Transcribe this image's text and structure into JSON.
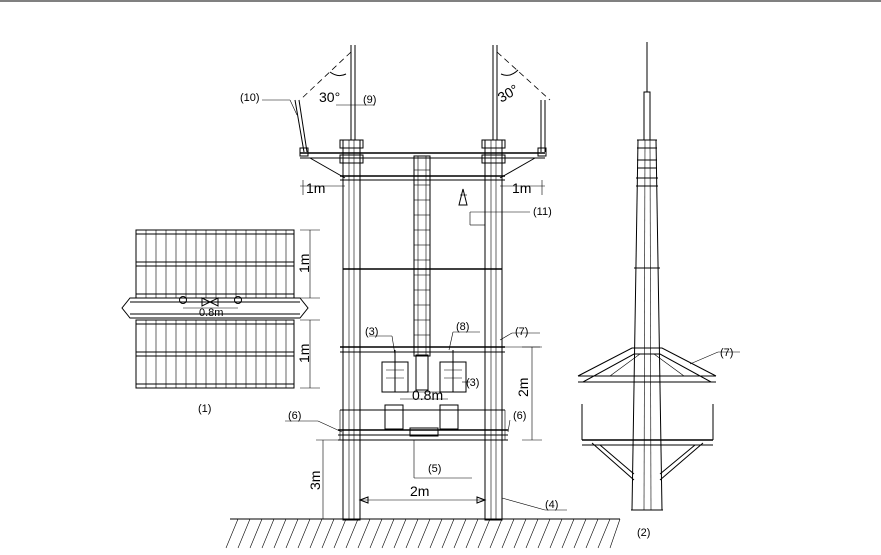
{
  "labels": {
    "l1": "(1)",
    "l2": "(2)",
    "l3a": "(3)",
    "l3b": "(3)",
    "l4": "(4)",
    "l5": "(5)",
    "l6a": "(6)",
    "l6b": "(6)",
    "l7a": "(7)",
    "l7b": "(7)",
    "l8": "(8)",
    "l9": "(9)",
    "l10": "(10)",
    "l11": "(11)"
  },
  "angles": {
    "left": "30°",
    "right": "30°"
  },
  "dimensions": {
    "top_left": "1m",
    "top_right": "1m",
    "panel_upper": "1m",
    "panel_lower": "1m",
    "panel_gap": "0.8m",
    "platform_gap": "0.8m",
    "platform_height": "2m",
    "base_height": "3m",
    "leg_spacing": "2m"
  }
}
